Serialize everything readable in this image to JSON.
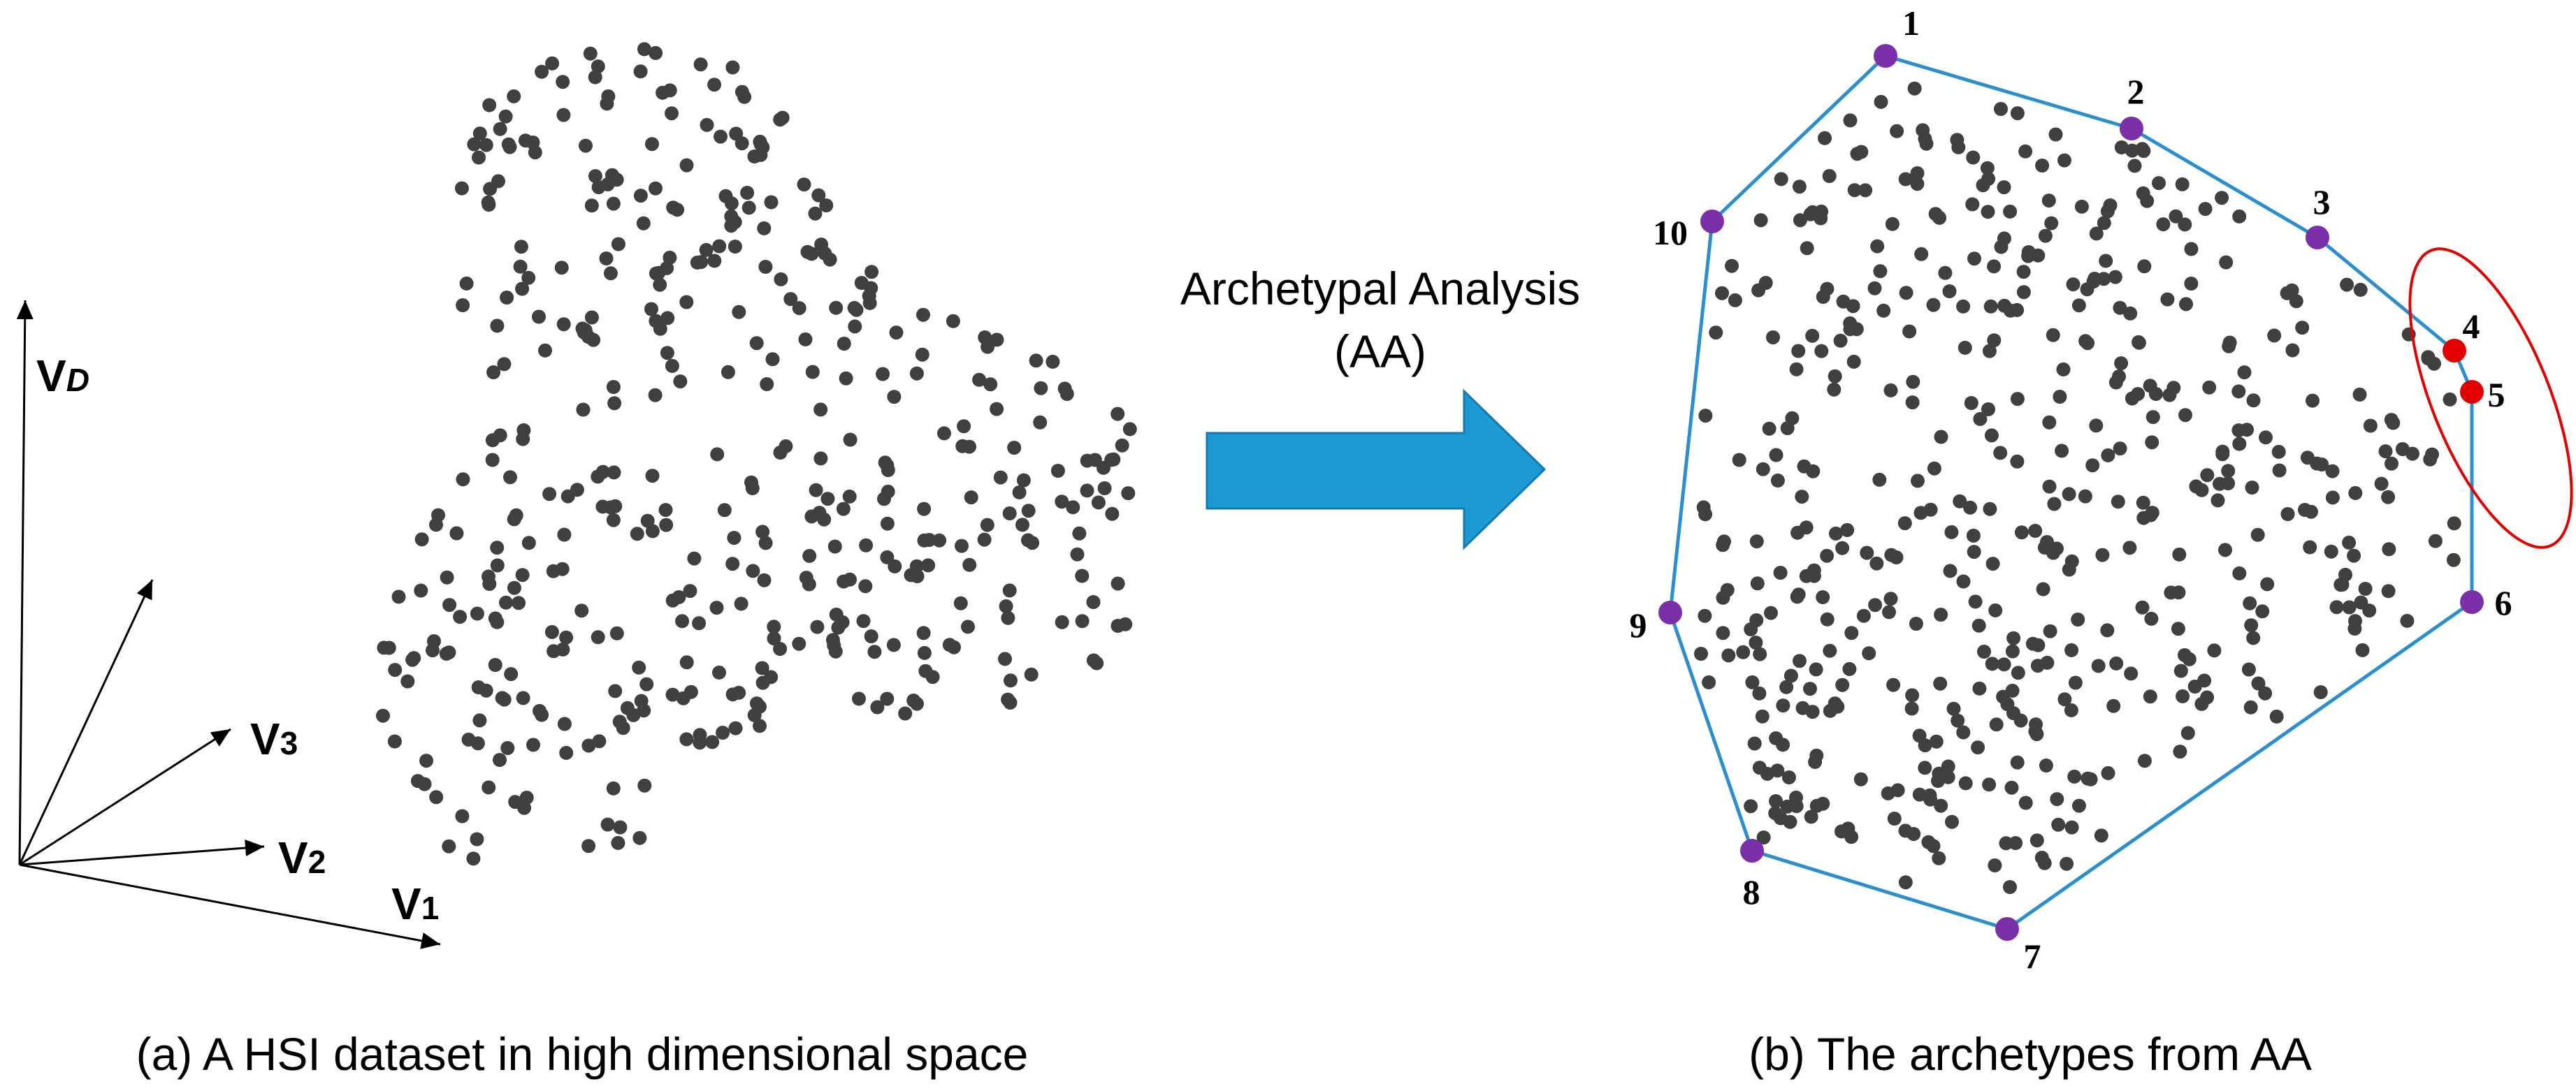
{
  "colors": {
    "background": "#ffffff",
    "data_point": "#404040",
    "hull_edge": "#2b8fcf",
    "archetype": "#7b2fa8",
    "highlight_point": "#e30000",
    "highlight_ellipse": "#e30000",
    "arrow_fill": "#1b9ad6",
    "arrow_stroke": "#1678b0",
    "axis": "#000000",
    "text": "#000000"
  },
  "axes": {
    "vD": {
      "base": "V",
      "sub": "D"
    },
    "v3": {
      "base": "V",
      "sub": "3"
    },
    "v2": {
      "base": "V",
      "sub": "2"
    },
    "v1": {
      "base": "V",
      "sub": "1"
    }
  },
  "arrow": {
    "label_line1": "Archetypal Analysis",
    "label_line2": "(AA)"
  },
  "archetypes": [
    "1",
    "2",
    "3",
    "4",
    "5",
    "6",
    "7",
    "8",
    "9",
    "10"
  ],
  "captions": {
    "left": "(a) A HSI dataset in high dimensional space",
    "right": "(b) The archetypes from AA"
  }
}
